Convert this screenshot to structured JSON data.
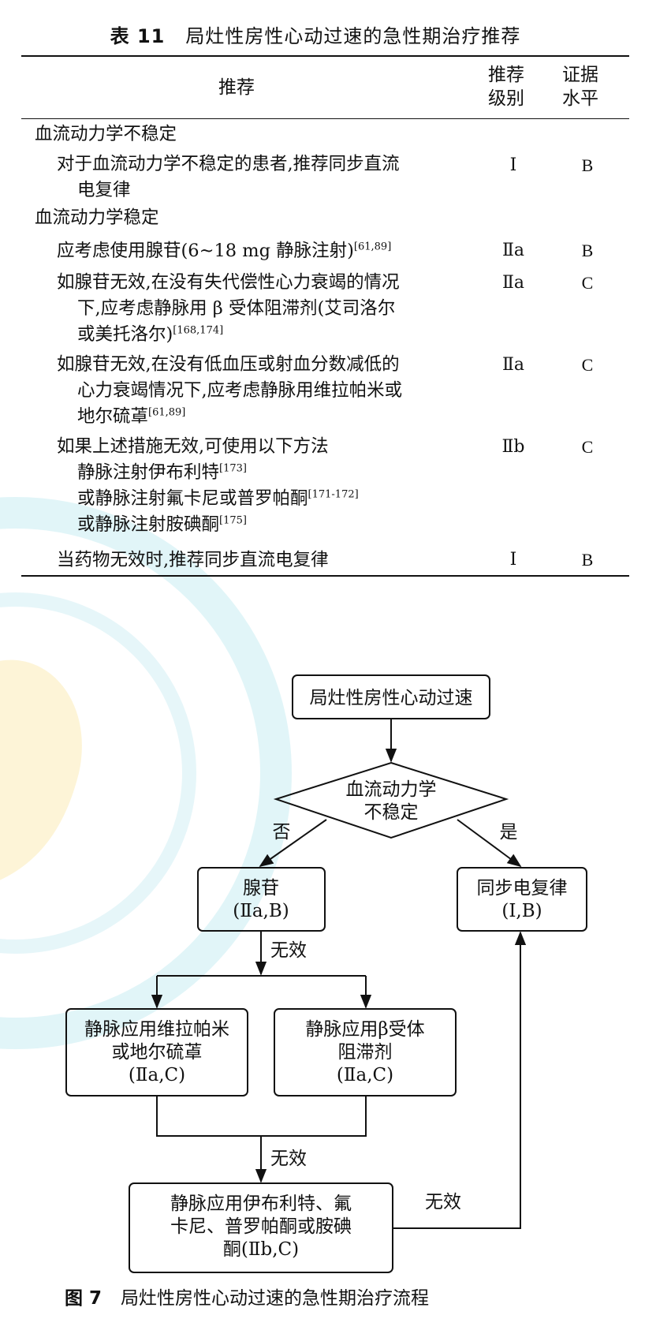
{
  "table": {
    "label": "表 11",
    "title": "局灶性房性心动过速的急性期治疗推荐",
    "headers": {
      "recommendation": "推荐",
      "class_l1": "推荐",
      "class_l2": "级别",
      "level_l1": "证据",
      "level_l2": "水平"
    },
    "section1": "血流动力学不稳定",
    "row1": {
      "line1": "对于血流动力学不稳定的患者,推荐同步直流",
      "line2": "电复律",
      "cls": "Ⅰ",
      "evi": "B"
    },
    "section2": "血流动力学稳定",
    "row2": {
      "line1": "应考虑使用腺苷(6~18 mg 静脉注射)",
      "ref": "[61,89]",
      "cls": "Ⅱa",
      "evi": "B"
    },
    "row3": {
      "line1": "如腺苷无效,在没有失代偿性心力衰竭的情况",
      "line2": "下,应考虑静脉用 β 受体阻滞剂(艾司洛尔",
      "line3": "或美托洛尔)",
      "ref": "[168,174]",
      "cls": "Ⅱa",
      "evi": "C"
    },
    "row4": {
      "line1": "如腺苷无效,在没有低血压或射血分数减低的",
      "line2": "心力衰竭情况下,应考虑静脉用维拉帕米或",
      "line3": "地尔硫䓬",
      "ref": "[61,89]",
      "cls": "Ⅱa",
      "evi": "C"
    },
    "row5": {
      "line1": "如果上述措施无效,可使用以下方法",
      "sub1": "静脉注射伊布利特",
      "ref1": "[173]",
      "sub2": "或静脉注射氟卡尼或普罗帕酮",
      "ref2": "[171-172]",
      "sub3": "或静脉注射胺碘酮",
      "ref3": "[175]",
      "cls": "Ⅱb",
      "evi": "C"
    },
    "row6": {
      "line1": "当药物无效时,推荐同步直流电复律",
      "cls": "Ⅰ",
      "evi": "B"
    }
  },
  "flowchart": {
    "start": "局灶性房性心动过速",
    "decision_l1": "血流动力学",
    "decision_l2": "不稳定",
    "no_label": "否",
    "yes_label": "是",
    "adenosine_l1": "腺苷",
    "adenosine_l2": "(Ⅱa,B)",
    "cardioversion_l1": "同步电复律",
    "cardioversion_l2": "(Ⅰ,B)",
    "ineffective_1": "无效",
    "verapamil_l1": "静脉应用维拉帕米",
    "verapamil_l2": "或地尔硫䓬",
    "verapamil_l3": "(Ⅱa,C)",
    "beta_l1": "静脉应用β受体",
    "beta_l2": "阻滞剂",
    "beta_l3": "(Ⅱa,C)",
    "ineffective_2": "无效",
    "ibutilide_l1": "静脉应用伊布利特、氟",
    "ibutilide_l2": "卡尼、普罗帕酮或胺碘",
    "ibutilide_l3": "酮(Ⅱb,C)",
    "ineffective_3": "无效"
  },
  "figure": {
    "label": "图 7",
    "caption": "局灶性房性心动过速的急性期治疗流程"
  },
  "colors": {
    "watermark": "#cdeef3",
    "watermark_accent": "#fbe7a6"
  }
}
